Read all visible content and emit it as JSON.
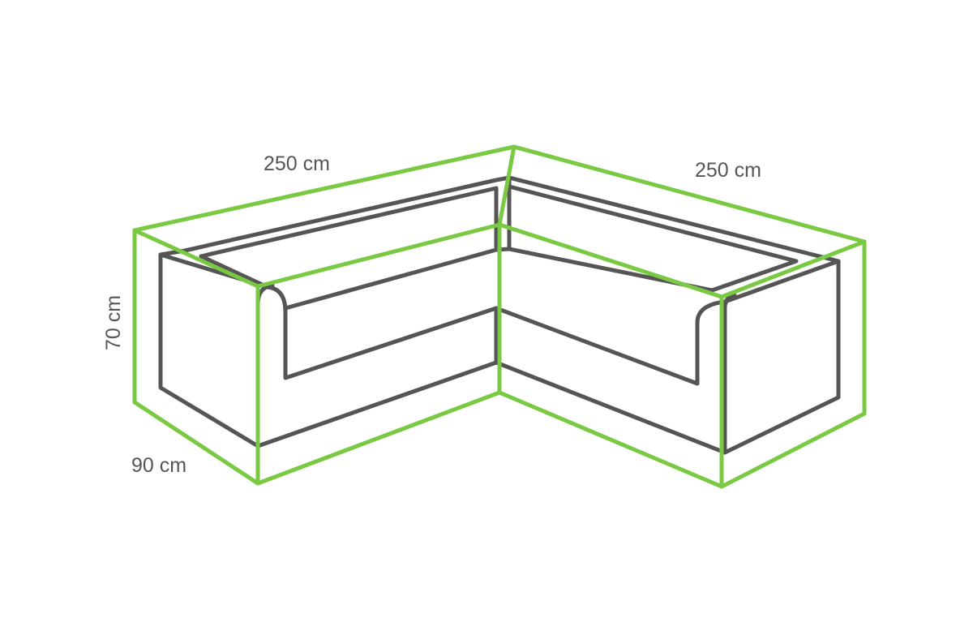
{
  "colors": {
    "sofa_outline": "#555555",
    "cover_outline": "#7ac943",
    "label_text": "#555555",
    "background": "#ffffff"
  },
  "dimensions": {
    "left_length": "250 cm",
    "right_length": "250 cm",
    "height": "70 cm",
    "depth": "90 cm"
  }
}
